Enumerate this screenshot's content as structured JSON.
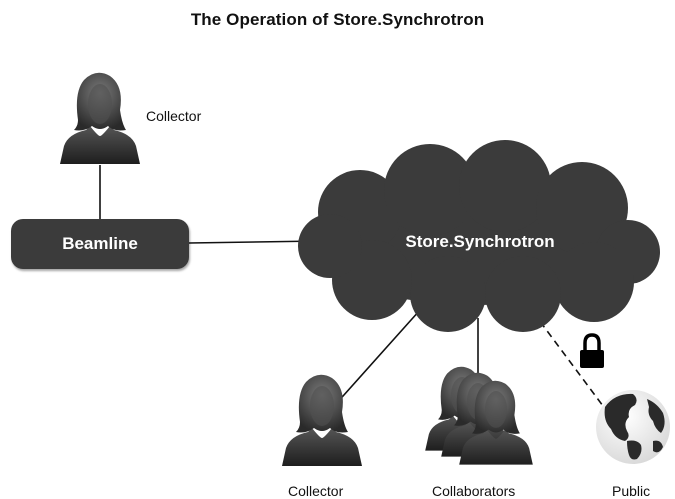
{
  "title": "The Operation of Store.Synchrotron",
  "nodes": {
    "collector_top": {
      "label": "Collector",
      "icon": "person-icon"
    },
    "beamline": {
      "label": "Beamline"
    },
    "store": {
      "label": "Store.Synchrotron",
      "icon": "cloud-icon"
    },
    "collector_bottom": {
      "label": "Collector",
      "icon": "person-icon"
    },
    "collaborators": {
      "label": "Collaborators",
      "icon": "group-icon"
    },
    "public": {
      "label": "Public",
      "icon": "globe-icon"
    }
  },
  "connections": [
    {
      "from": "Collector",
      "to": "Beamline",
      "style": "solid"
    },
    {
      "from": "Beamline",
      "to": "Store.Synchrotron",
      "style": "solid"
    },
    {
      "from": "Store.Synchrotron",
      "to": "Collector",
      "style": "solid"
    },
    {
      "from": "Store.Synchrotron",
      "to": "Collaborators",
      "style": "solid"
    },
    {
      "from": "Store.Synchrotron",
      "to": "Public",
      "style": "dashed",
      "icon": "lock-icon"
    }
  ],
  "colors": {
    "shape_fill": "#3b3b3b",
    "line": "#111111",
    "text_on_dark": "#ffffff"
  }
}
